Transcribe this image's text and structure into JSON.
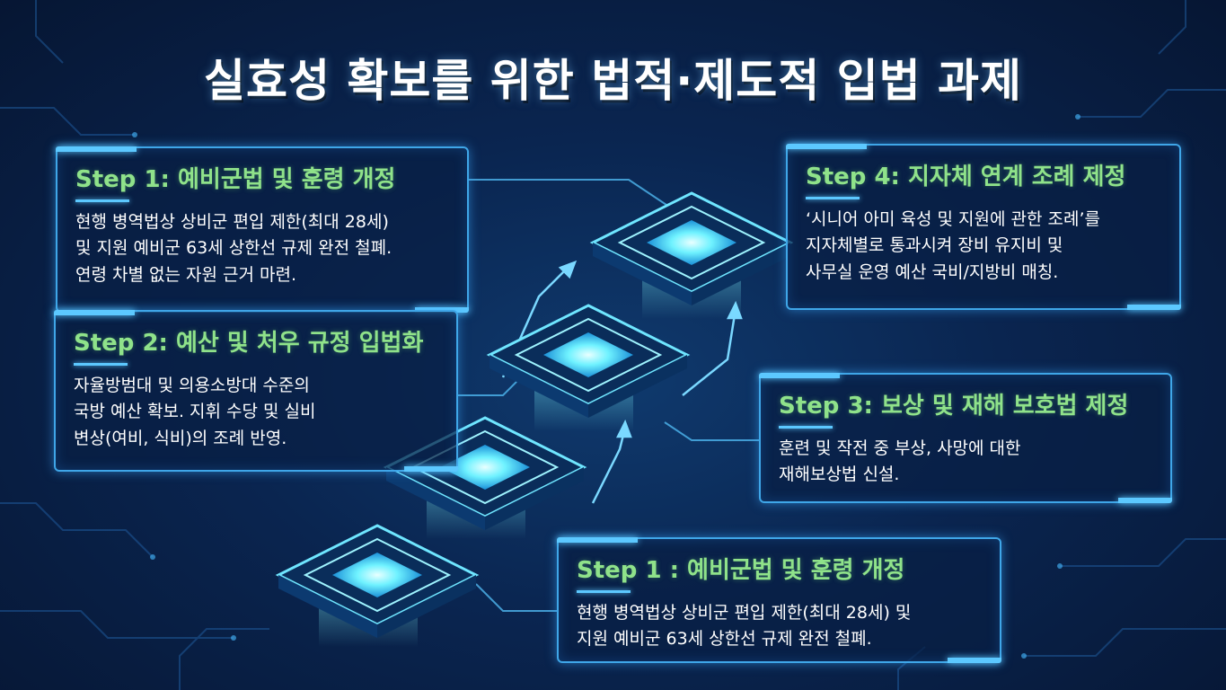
{
  "title": "실효성 확보를 위한 법적·제도적 입법 과제",
  "colors": {
    "accent": "#5cc8ff",
    "step_title": "#8fe28a",
    "background": "#0a2550"
  },
  "steps": [
    {
      "title": "Step 1: 예비군법 및 훈령 개정",
      "lines": [
        "현행 병역법상 상비군 편입 제한(최대 28세)",
        "및 지원 예비군 63세 상한선 규제 완전 철폐.",
        "연령 차별 없는 자원 근거 마련."
      ]
    },
    {
      "title": "Step 2: 예산 및 처우 규정 입법화",
      "lines": [
        "자율방범대 및 의용소방대 수준의",
        "국방 예산 확보. 지휘 수당 및 실비",
        "변상(여비, 식비)의 조례 반영."
      ]
    },
    {
      "title": "Step 3: 보상 및 재해 보호법 제정",
      "lines": [
        "훈련 및 작전 중 부상, 사망에 대한",
        "재해보상법 신설."
      ]
    },
    {
      "title": "Step 4: 지자체 연계 조례 제정",
      "lines": [
        "‘시니어 아미 육성 및 지원에 관한 조례’를",
        "지자체별로 통과시켜 장비 유지비 및",
        "사무실 운영 예산 국비/지방비 매칭."
      ]
    },
    {
      "title": "Step 1 : 예비군법 및 훈령 개정",
      "lines": [
        "현행 병역법상 상비군 편입 제한(최대 28세) 및",
        "지원 예비군 63세 상한선 규제 완전 철폐."
      ]
    }
  ]
}
